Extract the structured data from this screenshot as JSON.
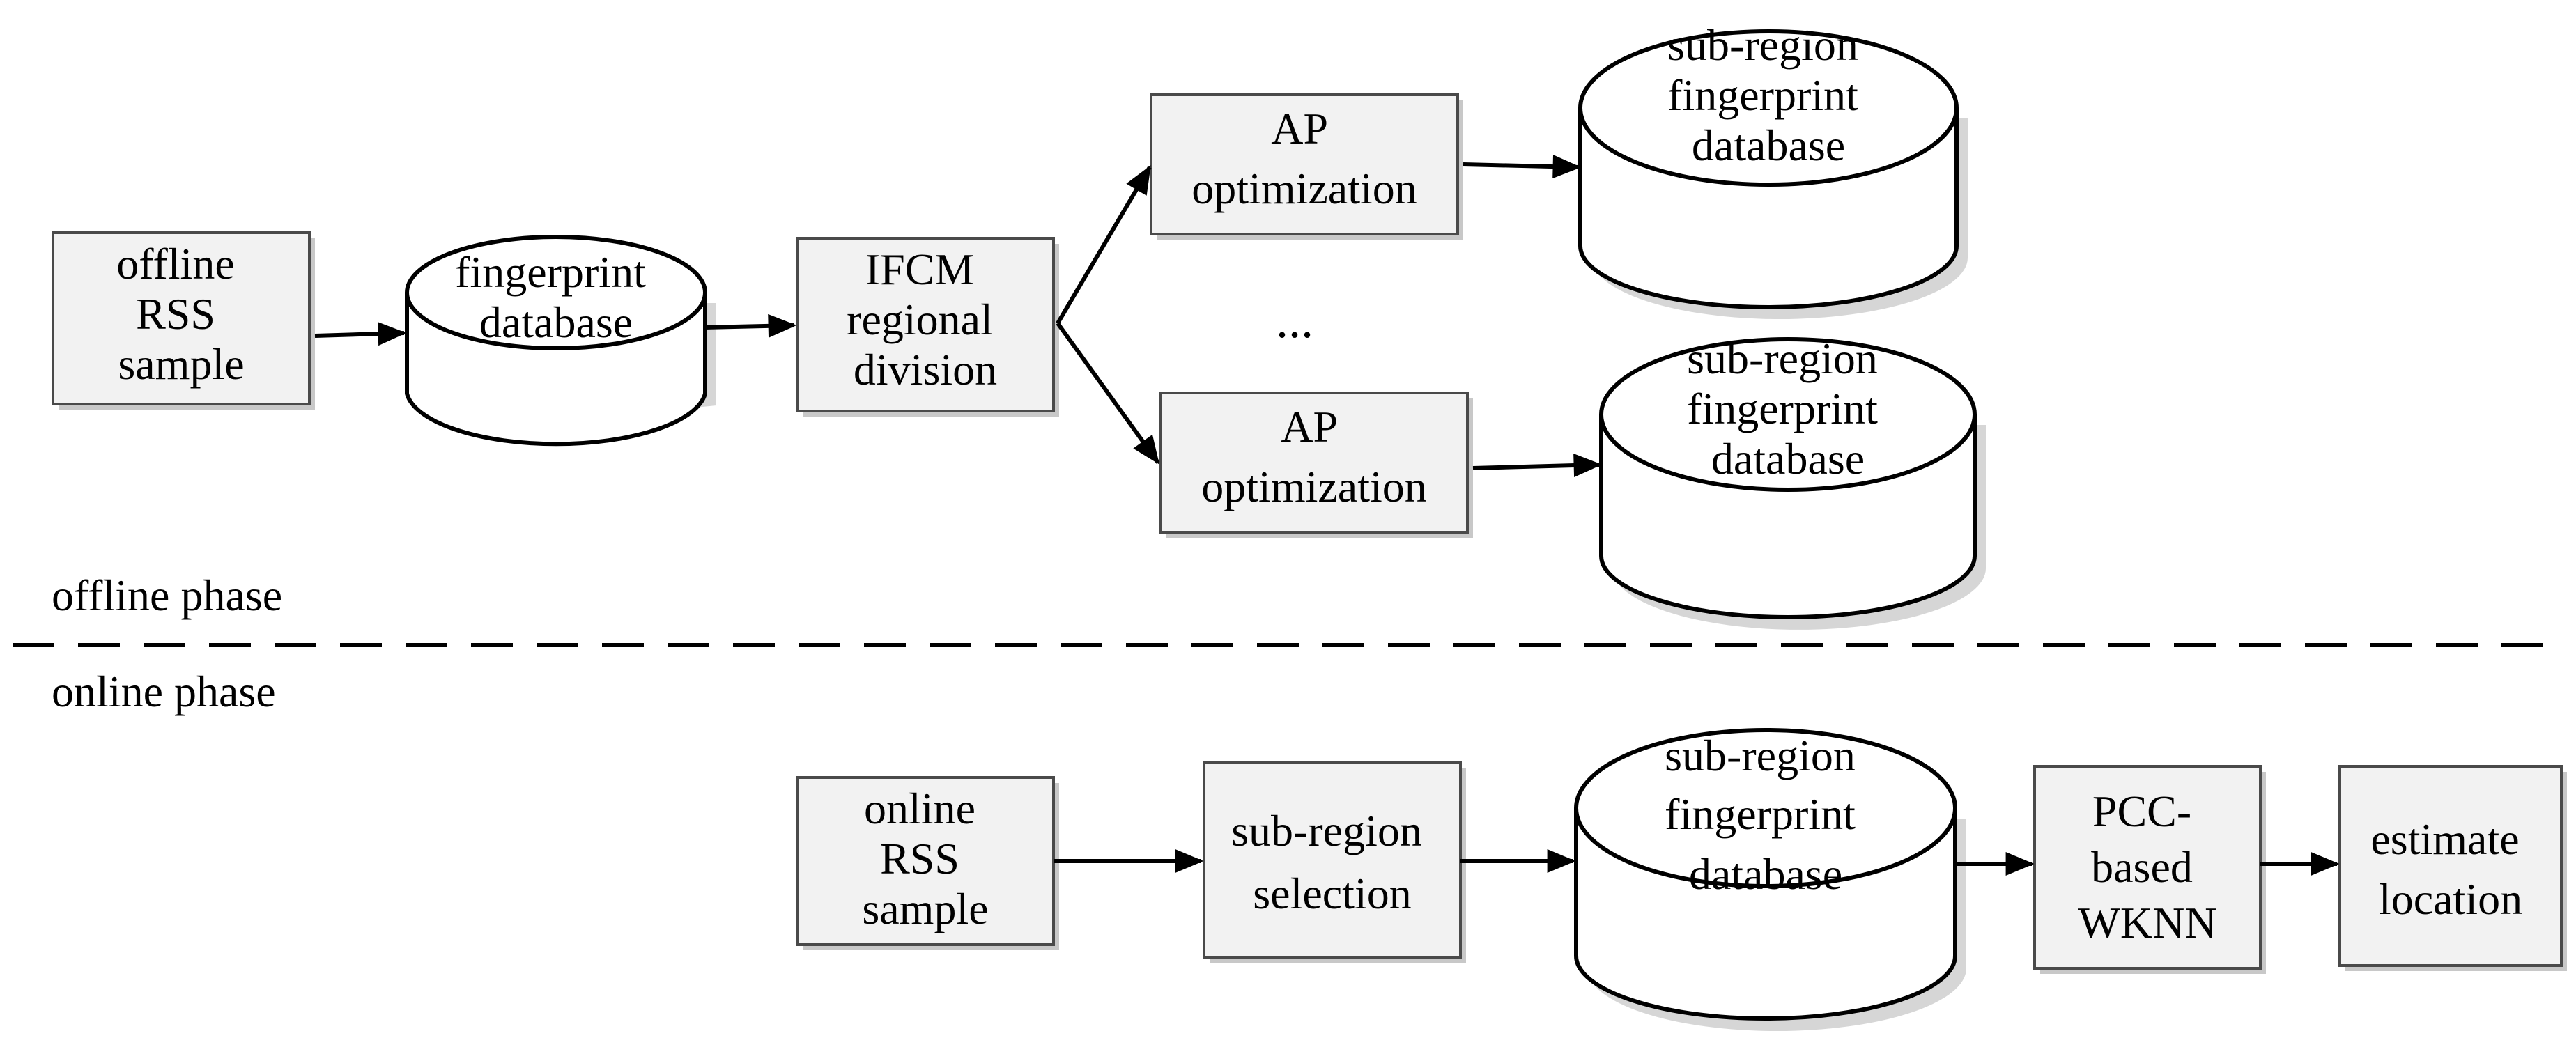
{
  "offline": {
    "phase_label": "offline phase",
    "rss_sample": [
      "offline",
      "RSS",
      "sample"
    ],
    "fingerprint_db": [
      "fingerprint",
      "database"
    ],
    "ifcm": [
      "IFCM",
      "regional",
      "division"
    ],
    "ap_opt_1": [
      "AP",
      "optimization"
    ],
    "ap_opt_2": [
      "AP",
      "optimization"
    ],
    "ellipsis": "...",
    "subregion_db_1": [
      "sub-region",
      "fingerprint",
      "database"
    ],
    "subregion_db_2": [
      "sub-region",
      "fingerprint",
      "database"
    ]
  },
  "online": {
    "phase_label": "online phase",
    "rss_sample": [
      "online",
      "RSS",
      "sample"
    ],
    "subregion_selection": [
      "sub-region",
      "selection"
    ],
    "subregion_db": [
      "sub-region",
      "fingerprint",
      "database"
    ],
    "pcc_wknn": [
      "PCC-",
      "based",
      "WKNN"
    ],
    "estimate": [
      "estimate",
      "location"
    ]
  }
}
